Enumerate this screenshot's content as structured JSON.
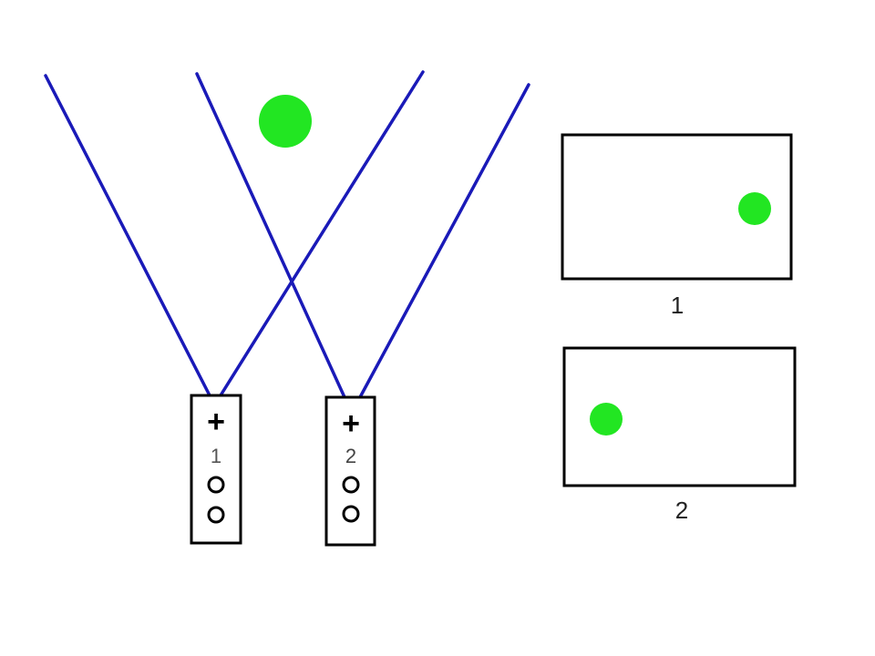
{
  "colors": {
    "beam": "#1a1ab8",
    "ball": "#22e622",
    "outline": "#000000",
    "background": "#ffffff"
  },
  "remotes": [
    {
      "id": "remote-1",
      "plus_symbol": "+",
      "number": "1",
      "buttons": [
        "o",
        "o"
      ]
    },
    {
      "id": "remote-2",
      "plus_symbol": "+",
      "number": "2",
      "buttons": [
        "o",
        "o"
      ]
    }
  ],
  "screens": [
    {
      "id": "screen-1",
      "label": "1"
    },
    {
      "id": "screen-2",
      "label": "2"
    }
  ]
}
